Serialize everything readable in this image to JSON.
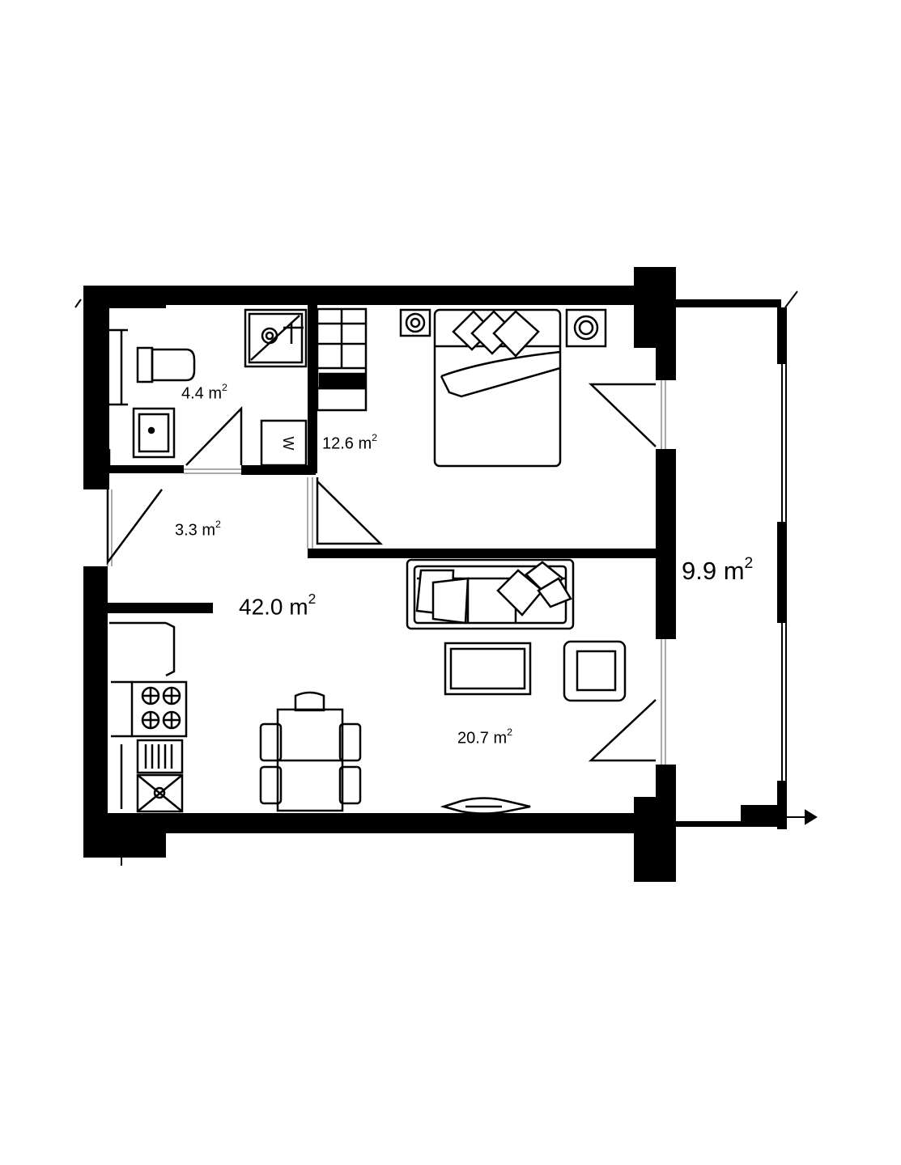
{
  "rooms": {
    "bathroom": {
      "value": "4.4 m",
      "sup": "2"
    },
    "bedroom": {
      "value": "12.6 m",
      "sup": "2"
    },
    "hall": {
      "value": "3.3 m",
      "sup": "2"
    },
    "total": {
      "value": "42.0 m",
      "sup": "2"
    },
    "living": {
      "value": "20.7 m",
      "sup": "2"
    },
    "balcony": {
      "value": "9.9 m",
      "sup": "2"
    }
  },
  "washer_mark": "W",
  "colors": {
    "wall": "#000000",
    "background": "#ffffff",
    "line": "#000000"
  }
}
